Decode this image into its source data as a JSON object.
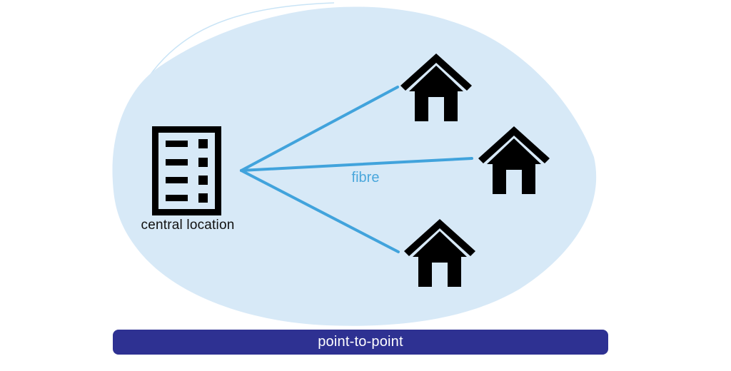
{
  "diagram": {
    "type": "network-topology-illustration",
    "labels": {
      "central": "central location",
      "fibre": "fibre",
      "banner": "point-to-point"
    },
    "colors": {
      "background": "#FFFFFF",
      "blob_fill": "#D7E9F7",
      "blob_outline": "#C9E4F6",
      "fibre_link": "#41A3DC",
      "fibre_text": "#4AA7DC",
      "icon": "#000000",
      "banner_bg": "#2E3192",
      "banner_text": "#FFFFFF"
    },
    "nodes": {
      "central": {
        "icon": "office-building-icon",
        "label": "central location"
      },
      "subscribers": [
        {
          "icon": "house-icon",
          "position": "top"
        },
        {
          "icon": "house-icon",
          "position": "middle"
        },
        {
          "icon": "house-icon",
          "position": "bottom"
        }
      ]
    },
    "links": [
      {
        "from": "central-location",
        "to": "house-top"
      },
      {
        "from": "central-location",
        "to": "house-middle",
        "label": "fibre"
      },
      {
        "from": "central-location",
        "to": "house-bottom"
      }
    ]
  }
}
